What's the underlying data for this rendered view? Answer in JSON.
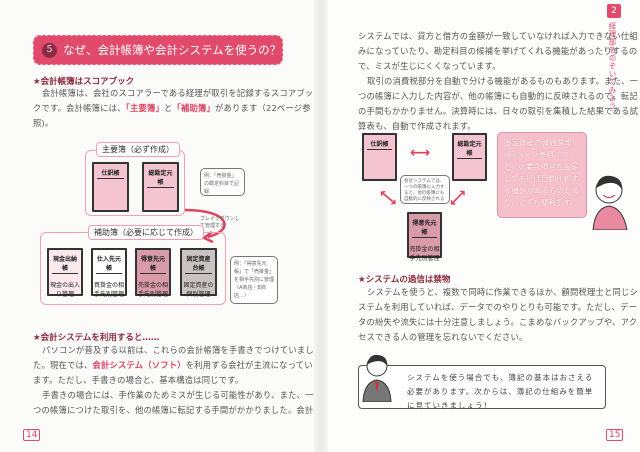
{
  "left_page": {
    "title_number": "5",
    "title": "なぜ、会計帳簿や会計システムを使うの？",
    "section1_heading": "★会計帳簿はスコアブック",
    "section1_lines": [
      "会計帳簿は、会社のスコアラーである経理が取引を記録するスコアブッ",
      "クです。会計帳簿には、",
      "と",
      "があります（22ページ参",
      "照)。"
    ],
    "section1_hl1": "「主要簿」",
    "section1_hl2": "「補助簿」",
    "diagram": {
      "main_label": "主要簿（必ず作成）",
      "main_books": [
        {
          "title": "仕訳帳"
        },
        {
          "title": "総勘定元帳"
        }
      ],
      "main_note": "例：「売掛金」の勘定科目で記録",
      "breakdown": "ブレイクダウンして管理する",
      "sub_label": "補助簿（必要に応じて作成）",
      "sub_books": [
        {
          "title": "現金出納帳",
          "desc": "現金の出入り管理"
        },
        {
          "title": "仕入先元帳",
          "desc": "買掛金の相手先別管理"
        },
        {
          "title": "得意先元帳",
          "desc": "売掛金の相手先別管理"
        },
        {
          "title": "固定資産台帳",
          "desc": "固定資産の個別管理"
        }
      ],
      "sub_note": "例：「得意先元帳」で「売掛金」を相手先別に管理（A商店・B商店…）"
    },
    "section2_heading": "★会計システムを利用すると……",
    "section2_lines": [
      "パソコンが普及する以前は、これらの会計帳簿を手書きでつけていまし",
      "た。現在では、",
      "を利用する会社が主流になってい",
      "ます。ただし、手書きの場合と、基本構造は同じです。",
      "手書きの場合には、手作業のためミスが生じる可能性があり、また、一",
      "つの帳簿につけた取引を、他の帳簿に転記する手間がかかりました。会計"
    ],
    "section2_hl": "会計システム（ソフト）",
    "page_number": "14"
  },
  "right_page": {
    "tab_number": "2",
    "tab_label": "経理部をのぞいてみよう",
    "intro_lines": [
      "システムでは、貸方と借方の金額が一致していなければ入力できない仕組",
      "みになっていたり、勘定科目の候補を挙げてくれる機能があったりするの",
      "で、ミスが生じにくくなっています。",
      "取引の消費税部分を自動で分ける機能があるものもあります。また、一",
      "つの帳簿に入力した内容が、他の帳簿にも自動的に反映されるので、転記",
      "の手間もかかりません。決算時には、日々の取引を集積した結果である試",
      "算表も、自動で作成されます。"
    ],
    "diagram": {
      "books": [
        "仕訳帳",
        "総勘定元帳",
        "得意先元帳"
      ],
      "book3_desc": "売掛金の相手先別管理",
      "note": "会計システムでは、一つの帳簿に入力すると、他の帳簿にも自動的に反映される",
      "pink_box": "固定資産の減価償却(42ページ参照）など、必要な項目を設定しておけば自動仕訳する機能があるものもあり、とても便利です。"
    },
    "section_heading": "★システムの過信は禁物",
    "section_lines": [
      "システムを使うと、複数で同時に作業できるほか、顧問税理士と同じシ",
      "ステムを利用していれば、データでのやりとりも可能です。ただし、デー",
      "タの紛失や流失には十分注意しましょう。こまめなバックアップや、アク",
      "セスできる人の管理を忘れないでください。"
    ],
    "speech": "システムを使う場合でも、簿記の基本はおさえる必要があります。次からは、簿記の仕組みを簡単に見ていきましょう！",
    "page_number": "15"
  }
}
